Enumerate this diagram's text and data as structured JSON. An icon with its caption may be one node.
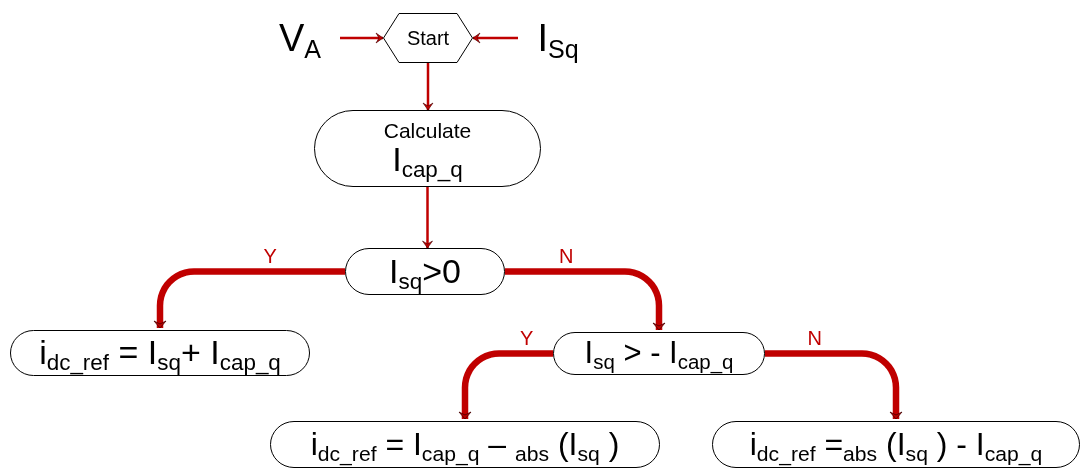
{
  "diagram": {
    "nodes": [
      {
        "text": [
          "V$_{A}$"
        ]
      },
      {
        "text": [
          "Start"
        ]
      },
      {
        "text": [
          "I$_{Sq}$"
        ]
      },
      {
        "text": [
          "Calculate",
          "I$_{cap_q}$"
        ]
      },
      {
        "text": [
          "I$_{sq}$>0"
        ]
      },
      {
        "text": [
          "i$_{dc_ref}$ = I$_{sq}$+ I$_{cap_q}$"
        ]
      },
      {
        "text": [
          "I$_{sq}$ > - I$_{cap_q}$"
        ]
      },
      {
        "text": [
          "i$_{dc_ref}$ = I$_{cap_q}$ – $_{abs}$ (I$_{sq}$ )"
        ]
      },
      {
        "text": [
          "i$_{dc_ref}$ =$_{abs}$ (I$_{sq}$ ) - I$_{cap_q}$"
        ]
      }
    ],
    "edges": [
      {
        "from": 0,
        "to": 1,
        "arrow": "to"
      },
      {
        "from": 2,
        "to": 1,
        "arrow": "to"
      },
      {
        "from": 1,
        "to": 3,
        "arrow": "to"
      },
      {
        "from": 3,
        "to": 4,
        "arrow": "to"
      },
      {
        "from": 4,
        "to": 5,
        "arrow": "to",
        "label": "Y",
        "style": "thick"
      },
      {
        "from": 4,
        "to": 6,
        "arrow": "to",
        "label": "N",
        "style": "thick"
      },
      {
        "from": 6,
        "to": 7,
        "arrow": "to",
        "label": "Y",
        "style": "thick"
      },
      {
        "from": 6,
        "to": 8,
        "arrow": "to",
        "label": "N",
        "style": "thick"
      }
    ]
  }
}
